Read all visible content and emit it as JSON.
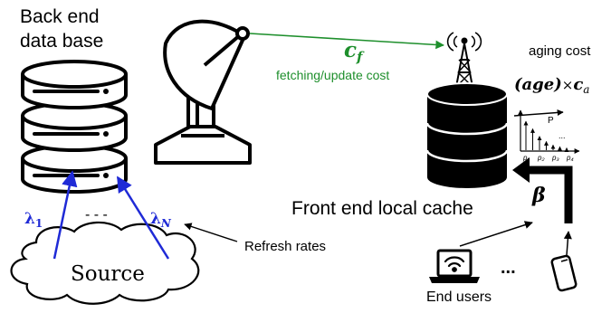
{
  "labels": {
    "backend_line1": "Back end",
    "backend_line2": "data base",
    "fetch_symbol_main": "c",
    "fetch_symbol_sub": "f",
    "fetch_cost": "fetching/update cost",
    "aging_cost": "aging cost",
    "age_term": "(age)",
    "times": "×",
    "age_symbol_main": "c",
    "age_symbol_sub": "a",
    "frontend": "Front end local cache",
    "beta": "β",
    "lambda_1_main": "λ",
    "lambda_1_sub": "1",
    "dots_rates": "- - -",
    "lambda_n_main": "λ",
    "lambda_n_sub": "N",
    "refresh_rates": "Refresh rates",
    "source": "Source",
    "users_dots": "...",
    "end_users": "End users"
  },
  "popularity_chart": {
    "label": "P",
    "ellipsis": "...",
    "x_labels": [
      "p₁",
      "p₂",
      "p₃",
      "p₄"
    ],
    "bars": [
      1.0,
      0.74,
      0.48,
      0.3,
      0.18,
      0.12,
      0.08
    ]
  },
  "colors": {
    "fetch": "#1e8f2c",
    "rates": "#1f2ad6",
    "text": "#000000",
    "gear": "#000000"
  },
  "icons": [
    "database-stack-icon",
    "satellite-dish-icon",
    "radio-tower-icon",
    "cache-cylinder-icon",
    "cloud-icon",
    "laptop-icon",
    "wifi-icon",
    "smartphone-icon"
  ]
}
